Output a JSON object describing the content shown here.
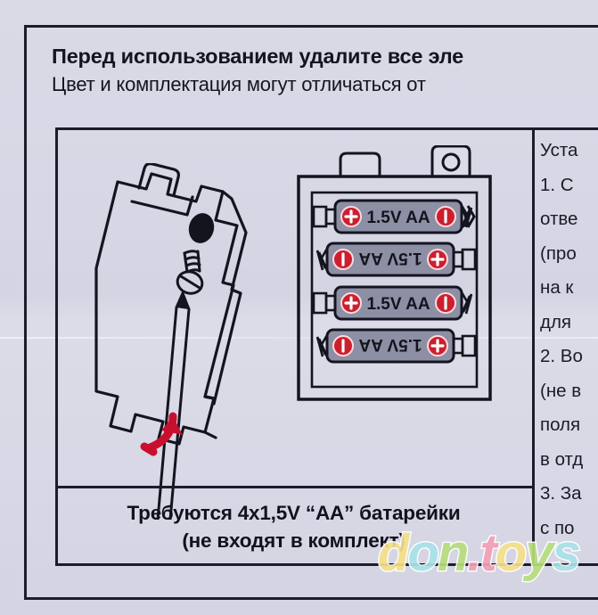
{
  "header": {
    "line1": "Перед использованием удалите все эле",
    "line2": "Цвет и комплектация могут отличаться от "
  },
  "instructions": {
    "lines": [
      "Уста",
      "1. С",
      "отве",
      "(про",
      "на к",
      "для",
      "2. Во",
      "(не в",
      "поля",
      "в отд",
      "3. За",
      "с по"
    ]
  },
  "requirement": {
    "line1": "Требуются 4x1,5V “AA”  батарейки",
    "line2": "(не входят в комплект)"
  },
  "battery_compartment": {
    "batteries": [
      {
        "label": "1.5V AA",
        "orientation": "normal",
        "left_terminal": "plus",
        "right_terminal": "minus"
      },
      {
        "label": "1.5V AA",
        "orientation": "flipped",
        "left_terminal": "minus",
        "right_terminal": "plus"
      },
      {
        "label": "1.5V AA",
        "orientation": "normal",
        "left_terminal": "plus",
        "right_terminal": "minus"
      },
      {
        "label": "1.5V AA",
        "orientation": "flipped",
        "left_terminal": "minus",
        "right_terminal": "plus"
      }
    ]
  },
  "watermark": {
    "text": "don.toys",
    "letters": [
      "d",
      "o",
      "n",
      ".",
      "t",
      "o",
      "y",
      "s"
    ]
  },
  "colors": {
    "background": "#d7d7e5",
    "ink": "#1c1c2a",
    "terminal_red": "#cc1f2e",
    "battery_body": "#8d8fa4",
    "accent_arrow": "#c8102e"
  }
}
